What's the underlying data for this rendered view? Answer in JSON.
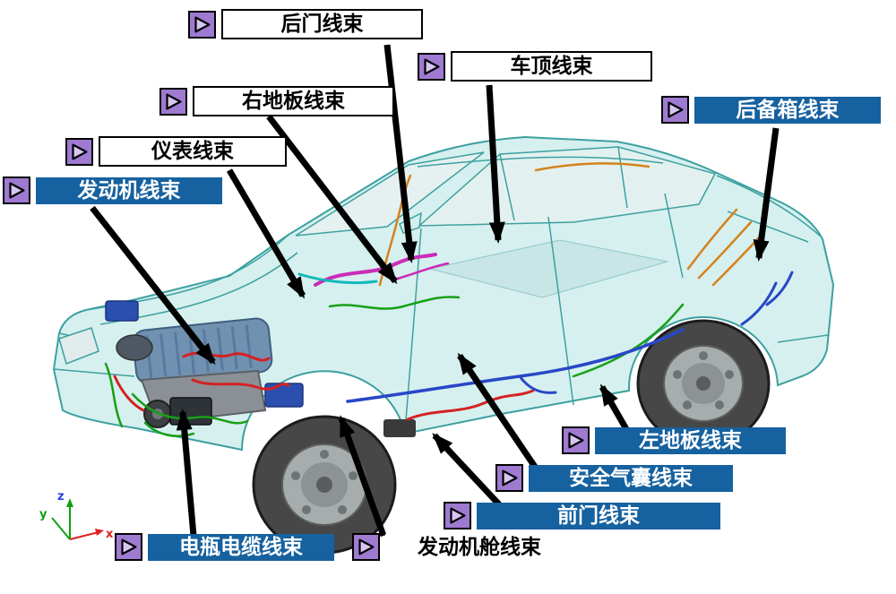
{
  "colors": {
    "label_blue": "#16619f",
    "icon_purple": "#9e7ad0",
    "arrow_black": "#000000",
    "car_outline_teal": "#3da0a0",
    "car_body_fill": "#d3efee"
  },
  "axis": {
    "x": "x",
    "y": "y",
    "z": "z"
  },
  "labels": [
    {
      "id": "rear-door-harness",
      "text": "后门线束",
      "style": "white"
    },
    {
      "id": "roof-harness",
      "text": "车顶线束",
      "style": "white"
    },
    {
      "id": "right-floor-harness",
      "text": "右地板线束",
      "style": "white"
    },
    {
      "id": "instrument-harness",
      "text": "仪表线束",
      "style": "white"
    },
    {
      "id": "engine-harness",
      "text": "发动机线束",
      "style": "blue"
    },
    {
      "id": "trunk-harness",
      "text": "后备箱线束",
      "style": "blue"
    },
    {
      "id": "left-floor-harness",
      "text": "左地板线束",
      "style": "blue"
    },
    {
      "id": "airbag-harness",
      "text": "安全气囊线束",
      "style": "blue"
    },
    {
      "id": "front-door-harness",
      "text": "前门线束",
      "style": "blue"
    },
    {
      "id": "battery-cable-harness",
      "text": "电瓶电缆线束",
      "style": "blue"
    },
    {
      "id": "engine-bay-harness",
      "text": "发动机舱线束",
      "style": "plain"
    }
  ]
}
